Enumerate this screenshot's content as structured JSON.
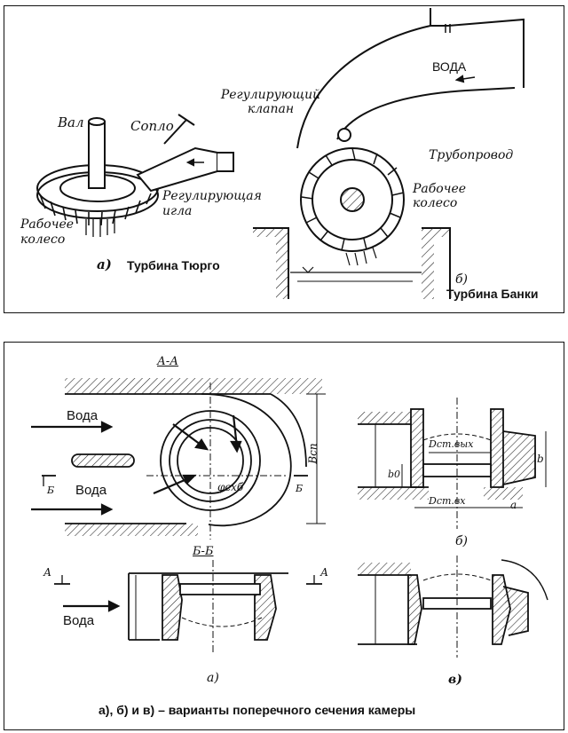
{
  "top_figure": {
    "left": {
      "shaft_label": "Вал",
      "nozzle_label": "Сопло",
      "needle_label": "Регулирующая игла",
      "wheel_label": "Рабочее колесо",
      "sub_letter": "а)",
      "caption": "Турбина Тюрго"
    },
    "right": {
      "water_label": "ВОДА",
      "valve_label": "Регулирующий клапан",
      "pipe_label": "Трубопровод",
      "wheel_label": "Рабочее колесо",
      "sub_letter": "б)",
      "caption": "Турбина Банки"
    }
  },
  "bottom_figure": {
    "section_aa": "А-А",
    "section_bb": "Б-Б",
    "water_labels": [
      "Вода",
      "Вода",
      "Вода"
    ],
    "dim_b_sp": "Bсп",
    "angle_phi": "φсхб",
    "mark_b": "Б",
    "mark_a": "А",
    "dim_d_vyh": "Dст.вых",
    "dim_d_vh": "Dст.вх",
    "dim_b0": "b0",
    "dim_b": "b",
    "dim_a": "a",
    "sub_a": "а)",
    "sub_b": "б)",
    "sub_v": "в)",
    "caption": "а), б) и в) – варианты поперечного сечения камеры"
  }
}
